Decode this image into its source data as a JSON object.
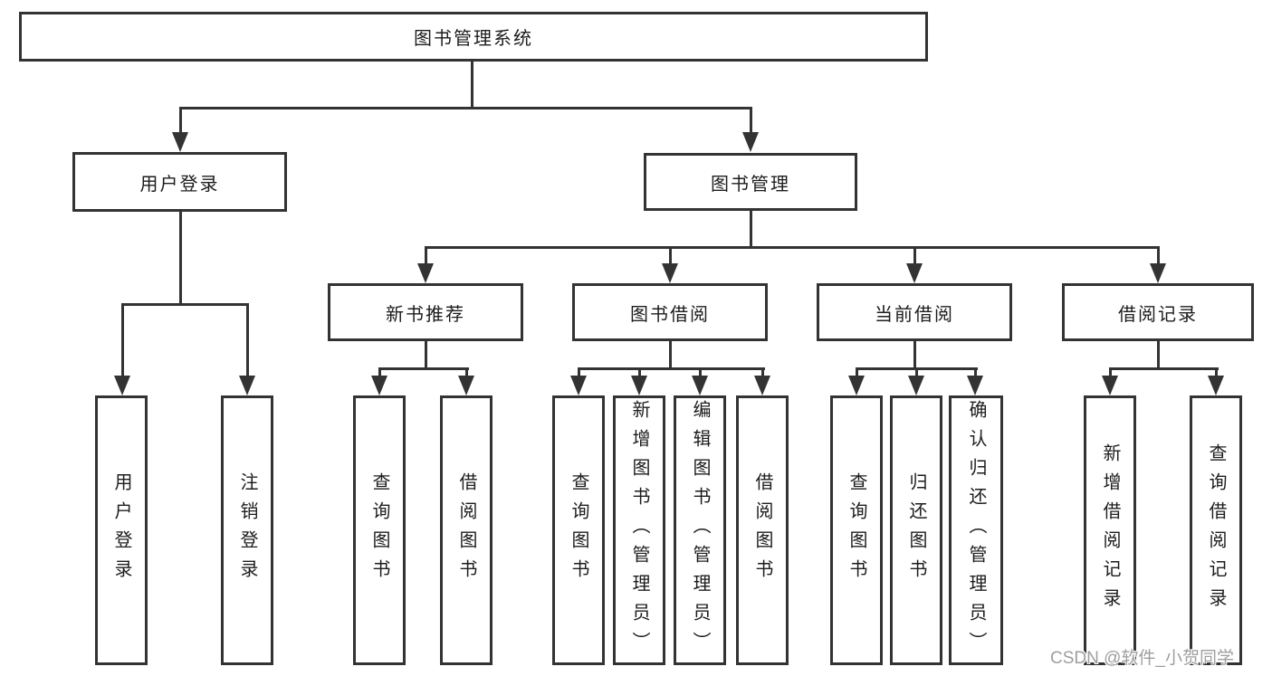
{
  "colors": {
    "line": "#333333",
    "text": "#1c1c1c",
    "background": "#ffffff",
    "watermark": "#9e9e9e"
  },
  "watermark": "CSDN @软件_小贺同学",
  "tree": {
    "root": {
      "label": "图书管理系统",
      "children": [
        {
          "label": "用户登录",
          "children": [
            {
              "label": "用户登录"
            },
            {
              "label": "注销登录"
            }
          ]
        },
        {
          "label": "图书管理",
          "children": [
            {
              "label": "新书推荐",
              "children": [
                {
                  "label": "查询图书"
                },
                {
                  "label": "借阅图书"
                }
              ]
            },
            {
              "label": "图书借阅",
              "children": [
                {
                  "label": "查询图书"
                },
                {
                  "label": "新增图书（管理员）"
                },
                {
                  "label": "编辑图书（管理员）"
                },
                {
                  "label": "借阅图书"
                }
              ]
            },
            {
              "label": "当前借阅",
              "children": [
                {
                  "label": "查询图书"
                },
                {
                  "label": "归还图书"
                },
                {
                  "label": "确认归还（管理员）"
                }
              ]
            },
            {
              "label": "借阅记录",
              "children": [
                {
                  "label": "新增借阅记录"
                },
                {
                  "label": "查询借阅记录"
                }
              ]
            }
          ]
        }
      ]
    }
  }
}
